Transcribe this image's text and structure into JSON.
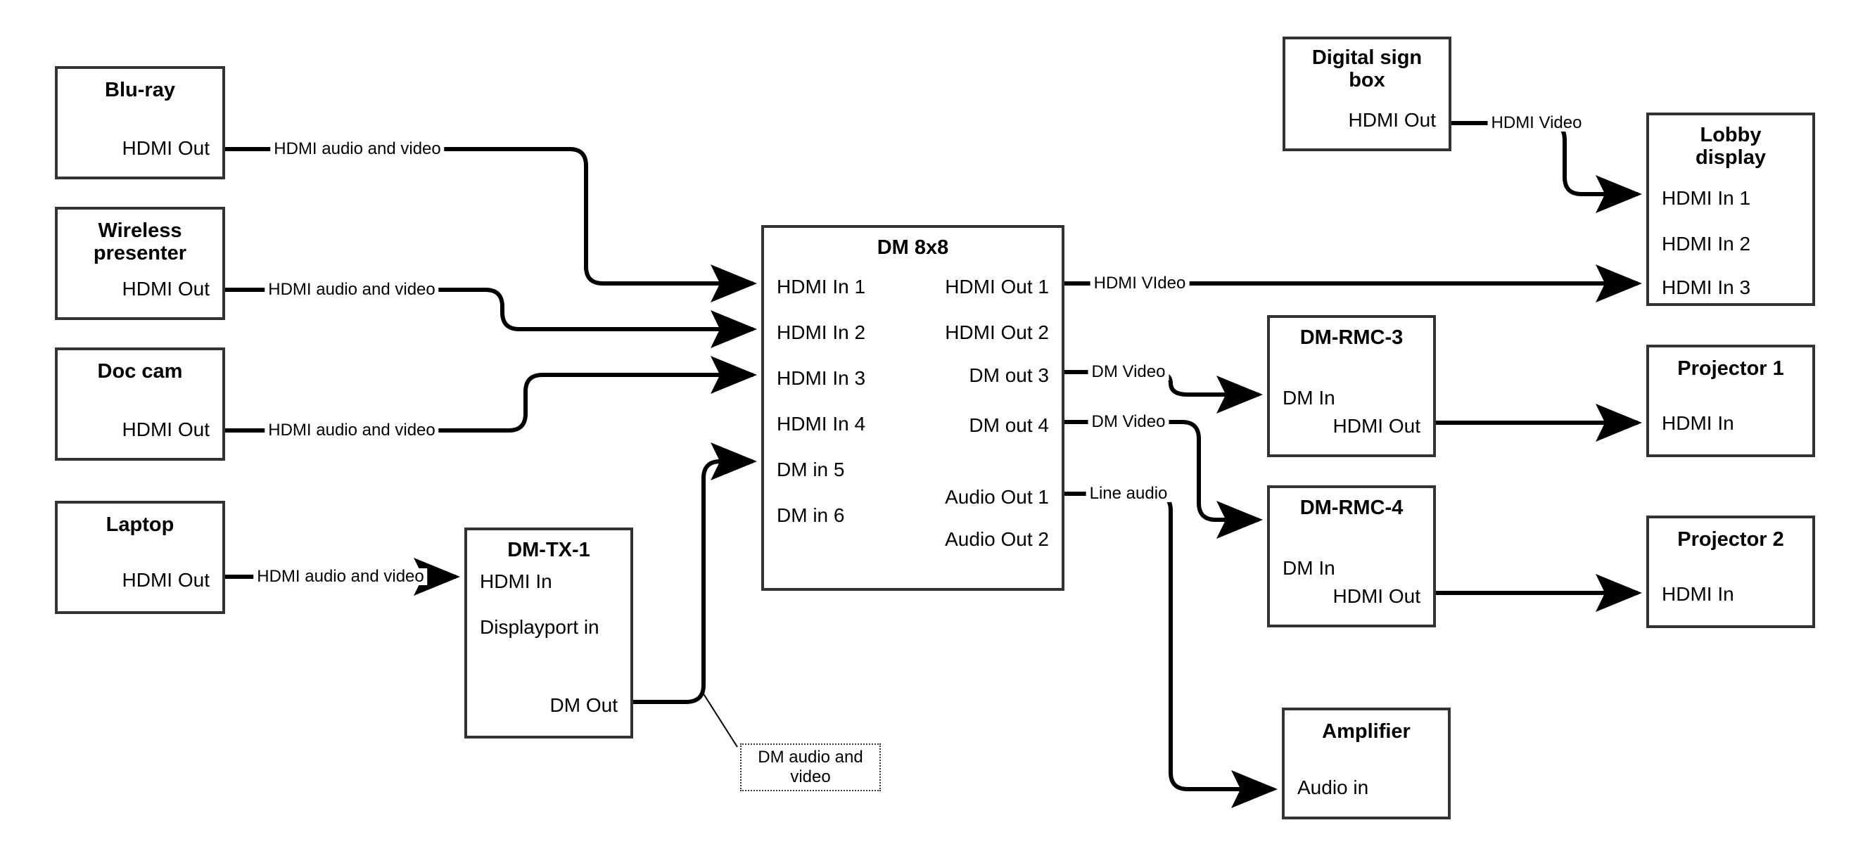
{
  "diagram": {
    "title": "AV signal flow diagram",
    "stroke_color": "#333333",
    "text_color": "#000000",
    "background": "#ffffff"
  },
  "nodes": [
    {
      "id": "bluray",
      "title": "Blu-ray",
      "ports_left": [],
      "ports_right": [
        "HDMI Out"
      ]
    },
    {
      "id": "wireless",
      "title": "Wireless presenter",
      "ports_left": [],
      "ports_right": [
        "HDMI Out"
      ]
    },
    {
      "id": "doccam",
      "title": "Doc cam",
      "ports_left": [],
      "ports_right": [
        "HDMI Out"
      ]
    },
    {
      "id": "laptop",
      "title": "Laptop",
      "ports_left": [],
      "ports_right": [
        "HDMI Out"
      ]
    },
    {
      "id": "dmtx1",
      "title": "DM-TX-1",
      "ports_left": [
        "HDMI In",
        "Displayport in"
      ],
      "ports_right": [
        "DM Out"
      ]
    },
    {
      "id": "dm8x8",
      "title": "DM 8x8",
      "ports_left": [
        "HDMI In 1",
        "HDMI In 2",
        "HDMI In 3",
        "HDMI In 4",
        "DM in 5",
        "DM in 6"
      ],
      "ports_right": [
        "HDMI Out 1",
        "HDMI Out 2",
        "DM out 3",
        "DM out 4",
        "Audio Out 1",
        "Audio Out 2"
      ]
    },
    {
      "id": "signbox",
      "title": "Digital sign box",
      "ports_left": [],
      "ports_right": [
        "HDMI Out"
      ]
    },
    {
      "id": "lobby",
      "title": "Lobby display",
      "ports_left": [
        "HDMI In 1",
        "HDMI In 2",
        "HDMI In 3"
      ],
      "ports_right": []
    },
    {
      "id": "rmc3",
      "title": "DM-RMC-3",
      "ports_left": [
        "DM In"
      ],
      "ports_right": [
        "HDMI Out"
      ]
    },
    {
      "id": "rmc4",
      "title": "DM-RMC-4",
      "ports_left": [
        "DM In"
      ],
      "ports_right": [
        "HDMI Out"
      ]
    },
    {
      "id": "proj1",
      "title": "Projector 1",
      "ports_left": [
        "HDMI In"
      ],
      "ports_right": []
    },
    {
      "id": "proj2",
      "title": "Projector 2",
      "ports_left": [
        "HDMI In"
      ],
      "ports_right": []
    },
    {
      "id": "amp",
      "title": "Amplifier",
      "ports_left": [
        "Audio in"
      ],
      "ports_right": []
    }
  ],
  "links": [
    {
      "id": "bluray-to-in1",
      "from": "Blu-ray HDMI Out",
      "to": "DM 8x8 HDMI In 1",
      "label": "HDMI audio and video"
    },
    {
      "id": "wireless-to-in2",
      "from": "Wireless presenter HDMI Out",
      "to": "DM 8x8 HDMI In 2",
      "label": "HDMI audio and video"
    },
    {
      "id": "doccam-to-in3",
      "from": "Doc cam HDMI Out",
      "to": "DM 8x8 HDMI In 3",
      "label": "HDMI audio and video"
    },
    {
      "id": "laptop-to-tx",
      "from": "Laptop HDMI Out",
      "to": "DM-TX-1 HDMI In",
      "label": "HDMI audio and video"
    },
    {
      "id": "tx-to-in5",
      "from": "DM-TX-1 DM Out",
      "to": "DM 8x8 DM in 5",
      "label": "DM audio and video"
    },
    {
      "id": "out1-to-lobby3",
      "from": "DM 8x8 HDMI Out 1",
      "to": "Lobby display HDMI In 3",
      "label": "HDMI VIdeo"
    },
    {
      "id": "out3-to-rmc3",
      "from": "DM 8x8 DM out 3",
      "to": "DM-RMC-3 DM In",
      "label": "DM Video"
    },
    {
      "id": "out4-to-rmc4",
      "from": "DM 8x8 DM out 4",
      "to": "DM-RMC-4 DM In",
      "label": "DM Video"
    },
    {
      "id": "audio1-to-amp",
      "from": "DM 8x8 Audio Out 1",
      "to": "Amplifier Audio in",
      "label": "Line audio"
    },
    {
      "id": "sign-to-lobby1",
      "from": "Digital sign box HDMI Out",
      "to": "Lobby display HDMI In 1",
      "label": "HDMI Video"
    },
    {
      "id": "rmc3-to-proj1",
      "from": "DM-RMC-3 HDMI Out",
      "to": "Projector 1 HDMI In",
      "label": ""
    },
    {
      "id": "rmc4-to-proj2",
      "from": "DM-RMC-4 HDMI Out",
      "to": "Projector 2 HDMI In",
      "label": ""
    }
  ],
  "callout": {
    "text": "DM audio and video"
  }
}
